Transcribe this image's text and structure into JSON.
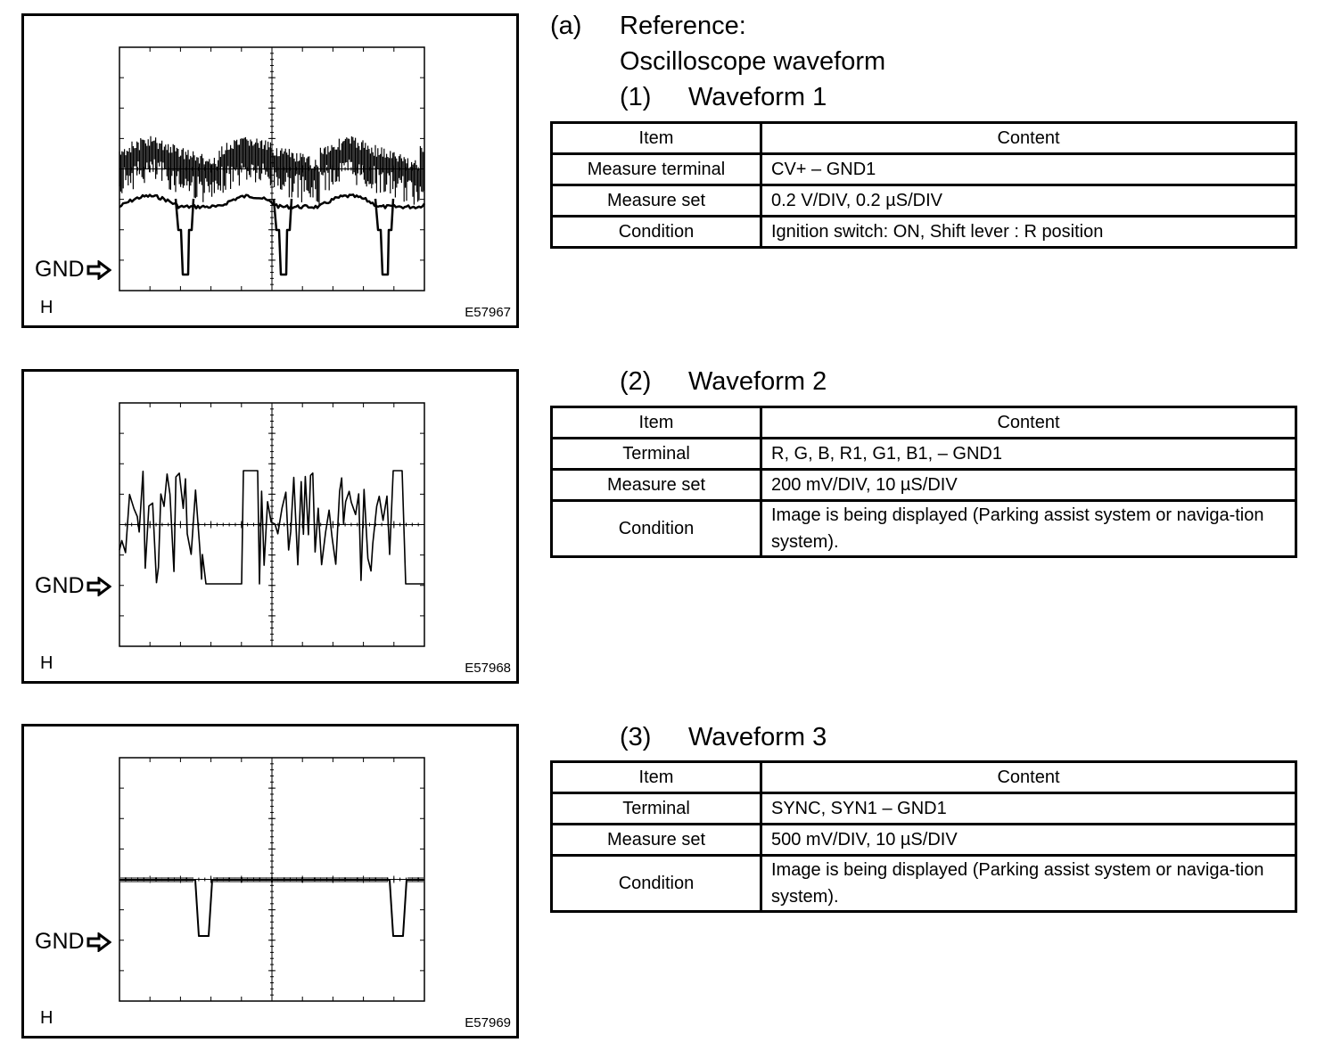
{
  "section": {
    "label": "(a)",
    "title": "Reference:",
    "subtitle": "Oscilloscope waveform"
  },
  "waveforms": [
    {
      "num": "(1)",
      "title": "Waveform 1",
      "gnd_label": "GND",
      "h_label": "H",
      "figure_code": "E57967",
      "header": {
        "item": "Item",
        "content": "Content"
      },
      "rows": [
        {
          "item": "Measure terminal",
          "content": "CV+ – GND1"
        },
        {
          "item": "Measure set",
          "content": "0.2 V/DIV, 0.2 µS/DIV"
        },
        {
          "item": "Condition",
          "content": "Ignition switch: ON, Shift lever : R position"
        }
      ]
    },
    {
      "num": "(2)",
      "title": "Waveform 2",
      "gnd_label": "GND",
      "h_label": "H",
      "figure_code": "E57968",
      "header": {
        "item": "Item",
        "content": "Content"
      },
      "rows": [
        {
          "item": "Terminal",
          "content": "R, G, B, R1, G1, B1, – GND1"
        },
        {
          "item": "Measure set",
          "content": "200 mV/DIV, 10 µS/DIV"
        },
        {
          "item": "Condition",
          "content": "Image is being displayed (Parking assist system or naviga-tion system)."
        }
      ]
    },
    {
      "num": "(3)",
      "title": "Waveform 3",
      "gnd_label": "GND",
      "h_label": "H",
      "figure_code": "E57969",
      "header": {
        "item": "Item",
        "content": "Content"
      },
      "rows": [
        {
          "item": "Terminal",
          "content": "SYNC, SYN1 – GND1"
        },
        {
          "item": "Measure set",
          "content": "500 mV/DIV, 10 µS/DIV"
        },
        {
          "item": "Condition",
          "content": "Image is being displayed (Parking assist system or naviga-tion system)."
        }
      ]
    }
  ]
}
